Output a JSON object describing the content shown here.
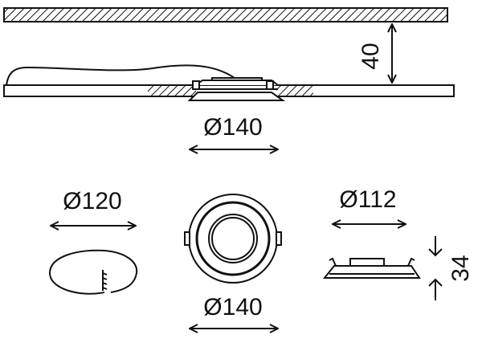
{
  "dimensions": {
    "ceiling_gap": "40",
    "cutout_diameter_top": "Ø140",
    "hole_diameter": "Ø120",
    "outer_diameter_bottom": "Ø140",
    "inner_diameter": "Ø112",
    "height": "34"
  },
  "colors": {
    "ink": "#111111",
    "background": "#ffffff"
  }
}
